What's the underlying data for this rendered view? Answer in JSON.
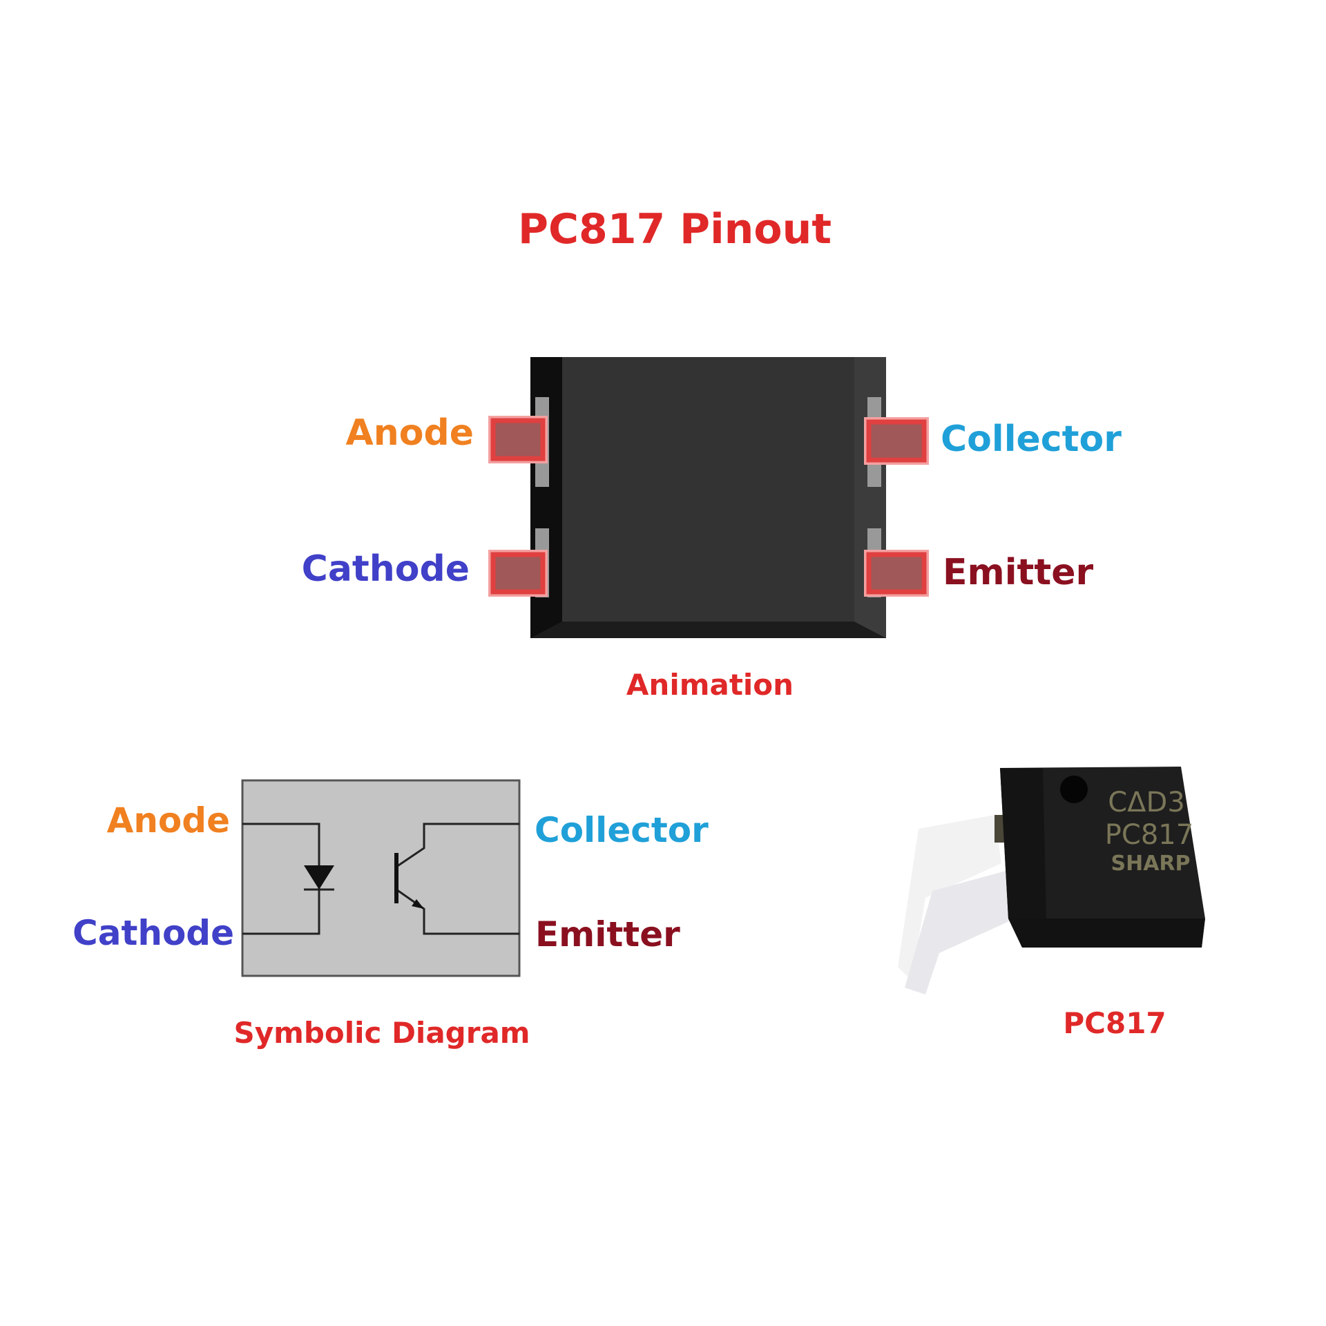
{
  "title": "PC817 Pinout",
  "colors": {
    "title": "#e02828",
    "anode": "#f08020",
    "cathode": "#4040c8",
    "collector": "#20a0d8",
    "emitter": "#8a1020"
  },
  "animation": {
    "caption": "Animation",
    "pins": {
      "anode": "Anode",
      "cathode": "Cathode",
      "collector": "Collector",
      "emitter": "Emitter"
    }
  },
  "symbolic": {
    "caption": "Symbolic Diagram",
    "pins": {
      "anode": "Anode",
      "cathode": "Cathode",
      "collector": "Collector",
      "emitter": "Emitter"
    }
  },
  "photo": {
    "caption": "PC817",
    "marking": [
      "CΔD3",
      "PC817",
      "SHARP"
    ]
  }
}
